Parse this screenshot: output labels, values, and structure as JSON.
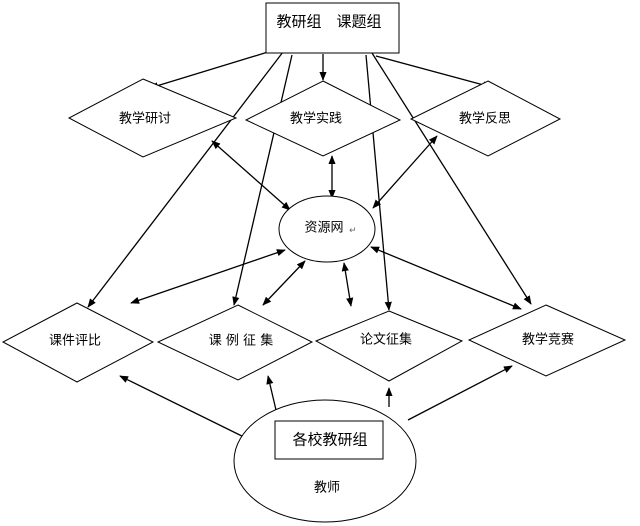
{
  "nodes": {
    "top_box": "教研组　课题组",
    "teaching_research": "教学研讨",
    "teaching_practice": "教学实践",
    "teaching_reflection": "教学反思",
    "resource_network": "资源网",
    "courseware_compare": "课件评比",
    "case_collection": "课 例 征 集",
    "paper_collection": "论文征集",
    "teaching_contest": "教学竞赛",
    "school_groups": "各校教研组",
    "teachers": "教师"
  }
}
